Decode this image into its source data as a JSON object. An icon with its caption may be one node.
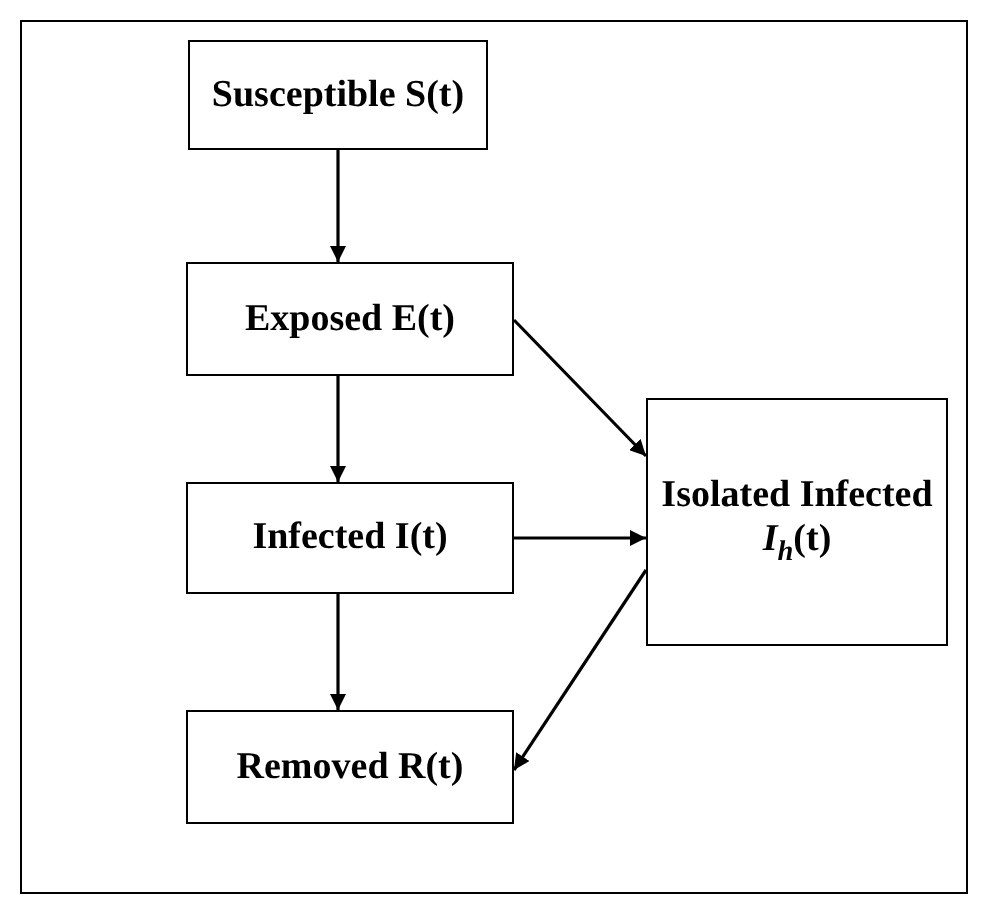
{
  "diagram": {
    "nodes": [
      {
        "text": [
          "Susceptible S(t)"
        ]
      },
      {
        "text": [
          "Exposed E(t)"
        ]
      },
      {
        "text": [
          "Infected I(t)"
        ]
      },
      {
        "text": [
          "Removed R(t)"
        ]
      },
      {
        "text": [
          "Isolated Infected *I*$_{h}$(t)"
        ]
      }
    ],
    "edges": [
      {
        "from": 0,
        "to": 1,
        "arrow": "to"
      },
      {
        "from": 1,
        "to": 2,
        "arrow": "to"
      },
      {
        "from": 2,
        "to": 3,
        "arrow": "to"
      },
      {
        "from": 1,
        "to": 4,
        "arrow": "to"
      },
      {
        "from": 2,
        "to": 4,
        "arrow": "to"
      },
      {
        "from": 4,
        "to": 3,
        "arrow": "to"
      }
    ]
  }
}
